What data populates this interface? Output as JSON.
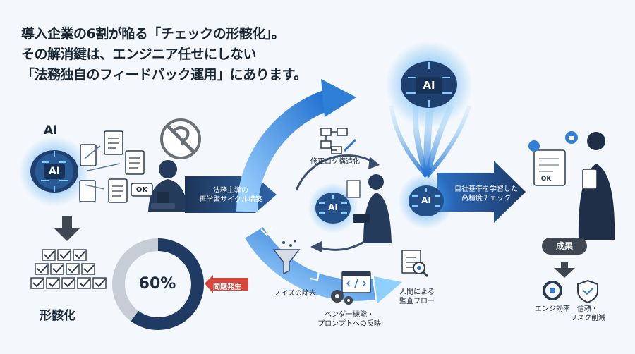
{
  "headline": {
    "line1": "導入企業の6割が陥る「チェックの形骸化」。",
    "line2": "その解消鍵は、エンジニア任せにしない",
    "line3": "「法務独自のフィードバック運用」にあります。"
  },
  "left": {
    "ai_title": "AI",
    "ai_brain_label": "AI",
    "ok_label": "OK",
    "formalization_label": "形骸化"
  },
  "donut": {
    "percent_label": "60%",
    "value": 0.6,
    "problem_label": "問題発生"
  },
  "cycle": {
    "arrow_label_line1": "法務主導の",
    "arrow_label_line2": "再学習サイクル構築",
    "step_log": "修正ログ構造化",
    "step_noise": "ノイズの除去",
    "step_vendor_line1": "ベンダー機能・",
    "step_vendor_line2": "プロンプトへの反映",
    "step_audit_line1": "人間による",
    "step_audit_line2": "監査フロー",
    "center_ai": "AI"
  },
  "top_ai": {
    "label": "AI"
  },
  "output": {
    "ai_label": "AI",
    "arrow_line1": "自社基準を学習した",
    "arrow_line2": "高精度チェック",
    "ok_label": "OK"
  },
  "results": {
    "badge": "成果",
    "item1": "エンジ効率",
    "item2_line1": "信頼・",
    "item2_line2": "リスク削減"
  },
  "colors": {
    "navy": "#1f3a63",
    "accent_blue": "#2f7fd6",
    "glow": "#4fb4ff",
    "problem_red": "#d6453c",
    "gray": "#c6cdd6"
  }
}
